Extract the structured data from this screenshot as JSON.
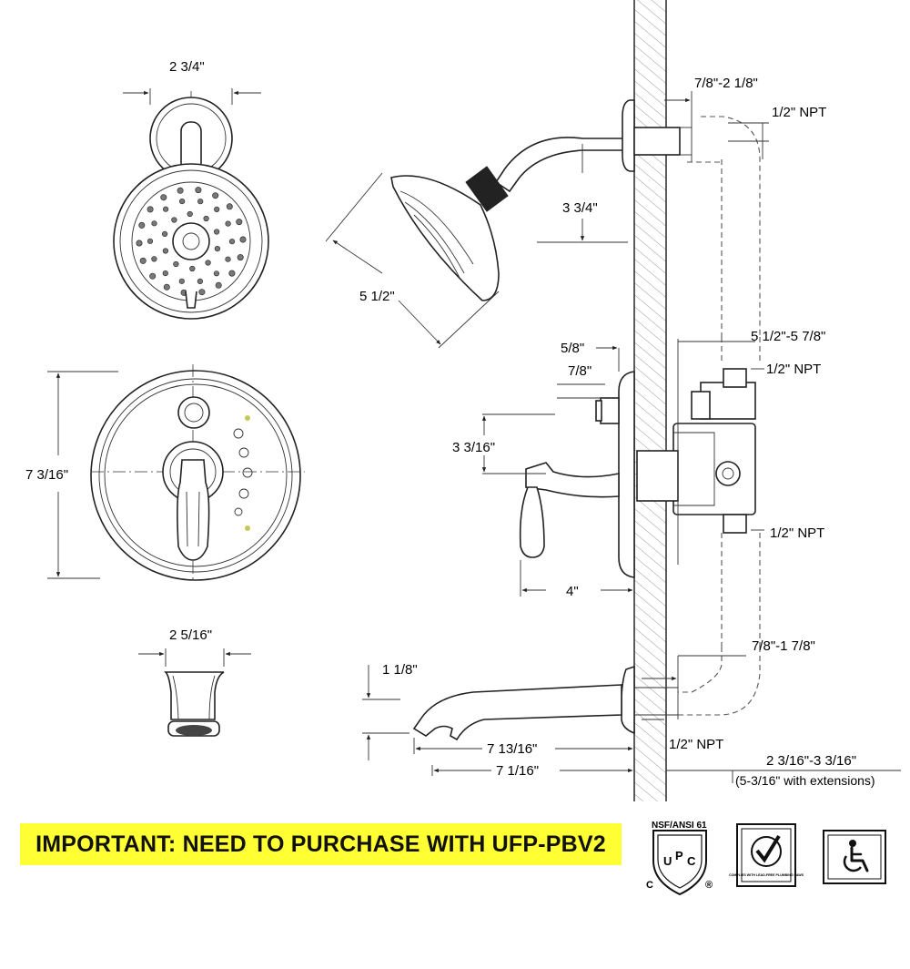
{
  "showerhead": {
    "width": "2 3/4\"",
    "diameter": "5 1/2\"",
    "drop": "3 3/4\"",
    "wall_range": "7/8\"-2 1/8\"",
    "npt": "1/2\"  NPT"
  },
  "valve": {
    "trim_diameter": "7 3/16\"",
    "offset_5_8": "5/8\"",
    "offset_7_8": "7/8\"",
    "height": "3 3/16\"",
    "depth_range": "5 1/2\"-5 7/8\"",
    "npt_top": "1/2\"  NPT",
    "npt_bottom": "1/2\"  NPT",
    "handle_reach": "4\""
  },
  "spout": {
    "width": "2 5/16\"",
    "height": "1 1/8\"",
    "wall_range": "7/8\"-1 7/8\"",
    "reach_outer": "7 13/16\"",
    "reach_inner": "7 1/16\"",
    "npt": "1/2\"  NPT",
    "stub_range": "2 3/16\"-3 3/16\"",
    "stub_ext": "(5-3/16\"  with extensions)"
  },
  "notice": "IMPORTANT: NEED TO PURCHASE WITH UFP-PBV2",
  "certifications": {
    "nsf": "NSF/ANSI 61",
    "upc_letters": [
      "U",
      "P",
      "C"
    ],
    "upc_c": "C",
    "upc_r": "®",
    "lead_free": "COMPLIES WITH LEAD-FREE PLUMBING LAWS",
    "ada_icon": "wheelchair-icon"
  }
}
